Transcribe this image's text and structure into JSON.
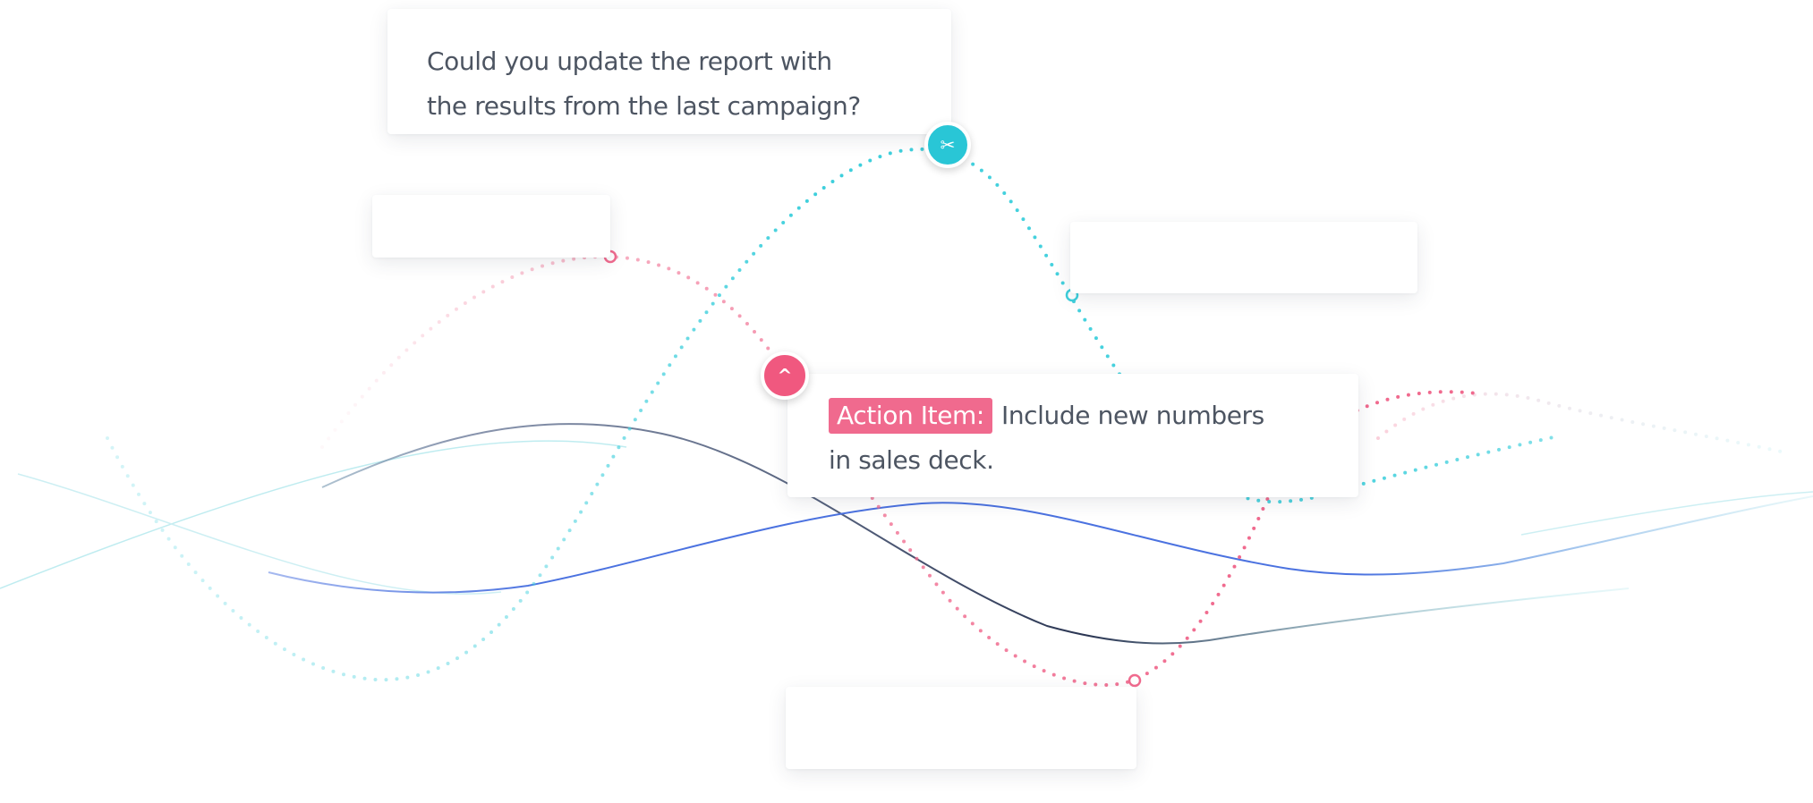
{
  "cards": {
    "question": {
      "line1": "Could you update the report with",
      "line2": "the results  from the last campaign?"
    },
    "action": {
      "tag": "Action Item:",
      "line1": "Include new numbers",
      "line2": "in sales deck."
    }
  },
  "markers": {
    "scissors": {
      "icon": "scissors-icon",
      "glyph": "✂",
      "color": "#29c6d6"
    },
    "action": {
      "icon": "action-item-icon",
      "glyph": "^",
      "color": "#f0587f"
    }
  },
  "colors": {
    "cyan": "#3dcfdc",
    "pink": "#f06a8e",
    "blue": "#4b72e0",
    "navy": "#3c4a6a",
    "action_tag": "#f06a8e"
  }
}
